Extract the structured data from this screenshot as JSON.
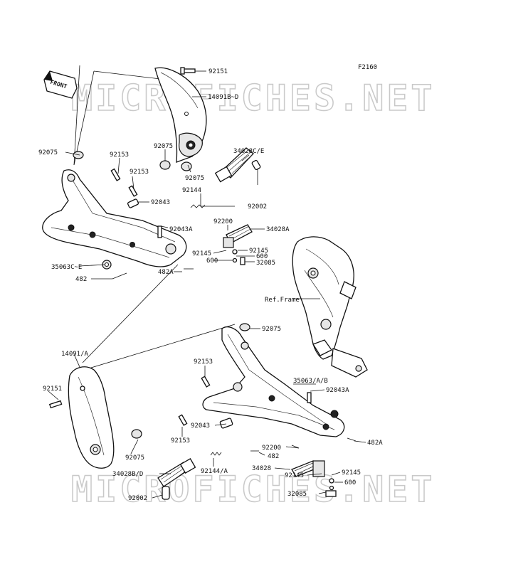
{
  "figure_code": "F2160",
  "front_label": "FRONT",
  "watermark": "MICROFICHES.NET",
  "labels": [
    {
      "id": "l01",
      "text": "92151"
    },
    {
      "id": "l02",
      "text": "14091B~D"
    },
    {
      "id": "l03",
      "text": "92075"
    },
    {
      "id": "l04",
      "text": "92153"
    },
    {
      "id": "l05",
      "text": "92075"
    },
    {
      "id": "l06",
      "text": "34028C/E"
    },
    {
      "id": "l07",
      "text": "92153"
    },
    {
      "id": "l08",
      "text": "92075"
    },
    {
      "id": "l09",
      "text": "92144"
    },
    {
      "id": "l10",
      "text": "92043"
    },
    {
      "id": "l11",
      "text": "92002"
    },
    {
      "id": "l12",
      "text": "92043A"
    },
    {
      "id": "l13",
      "text": "92200"
    },
    {
      "id": "l14",
      "text": "34028A"
    },
    {
      "id": "l15",
      "text": "92145"
    },
    {
      "id": "l16",
      "text": "92145"
    },
    {
      "id": "l17",
      "text": "600"
    },
    {
      "id": "l18",
      "text": "600"
    },
    {
      "id": "l19",
      "text": "32085"
    },
    {
      "id": "l20",
      "text": "35063C~E"
    },
    {
      "id": "l21",
      "text": "482A"
    },
    {
      "id": "l22",
      "text": "482"
    },
    {
      "id": "l23",
      "text": "Ref.Frame"
    },
    {
      "id": "l24",
      "text": "92075"
    },
    {
      "id": "l25",
      "text": "14091/A"
    },
    {
      "id": "l26",
      "text": "92153"
    },
    {
      "id": "l27",
      "text": "35063/A/B"
    },
    {
      "id": "l28",
      "text": "92043A"
    },
    {
      "id": "l29",
      "text": "92151"
    },
    {
      "id": "l30",
      "text": "92043"
    },
    {
      "id": "l31",
      "text": "92153"
    },
    {
      "id": "l32",
      "text": "482A"
    },
    {
      "id": "l33",
      "text": "92075"
    },
    {
      "id": "l34",
      "text": "92200"
    },
    {
      "id": "l35",
      "text": "482"
    },
    {
      "id": "l36",
      "text": "34028B/D"
    },
    {
      "id": "l37",
      "text": "92144/A"
    },
    {
      "id": "l38",
      "text": "34028"
    },
    {
      "id": "l39",
      "text": "92145"
    },
    {
      "id": "l40",
      "text": "92145"
    },
    {
      "id": "l41",
      "text": "92002"
    },
    {
      "id": "l42",
      "text": "600"
    },
    {
      "id": "l43",
      "text": "32085"
    }
  ]
}
